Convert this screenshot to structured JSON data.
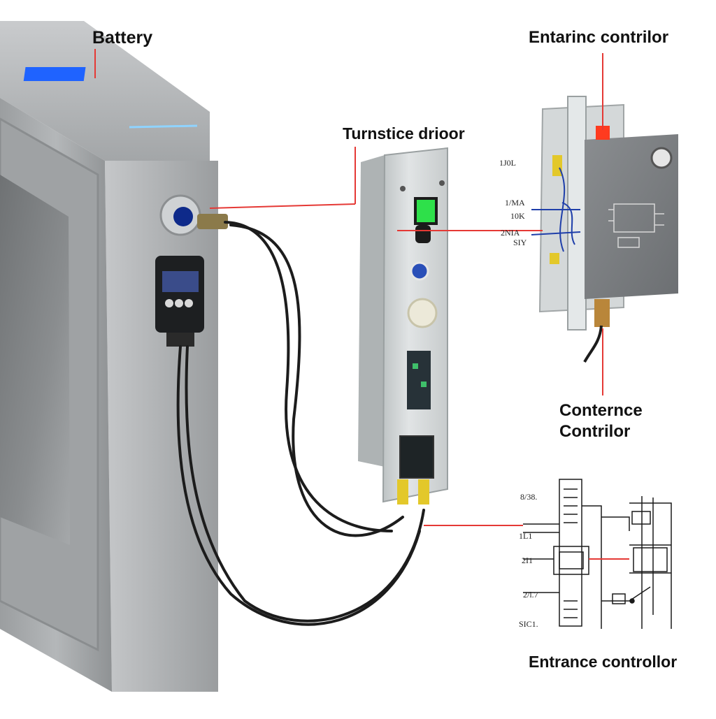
{
  "labels": {
    "battery": "Battery",
    "turnstile_door": "Turnstice drioor",
    "entrance_controller_top": "Entarinc contrilor",
    "contrnce_line1": "Conternce",
    "contrnce_line2": "Contrilor",
    "entrance_controller_bottom": "Entrance controllor"
  },
  "terminal_labels": {
    "t1": "1J0L",
    "t2": "1/MA",
    "t3": "10K",
    "t4": "2NIA",
    "t5": "SIY"
  },
  "schematic_labels": {
    "s1": "8/38.",
    "s2": "1L1",
    "s3": "2I1",
    "s4": "2/l.7",
    "s5": "SIC1."
  },
  "colors": {
    "housing": "#a9abad",
    "housing_dark": "#8d9092",
    "panel": "#d8dcdd",
    "controller_box": "#7d8083",
    "leader_line": "#e53935",
    "cable": "#1c1c1c",
    "screen_blue": "#1f63ff",
    "screen_green": "#2ee04a"
  }
}
